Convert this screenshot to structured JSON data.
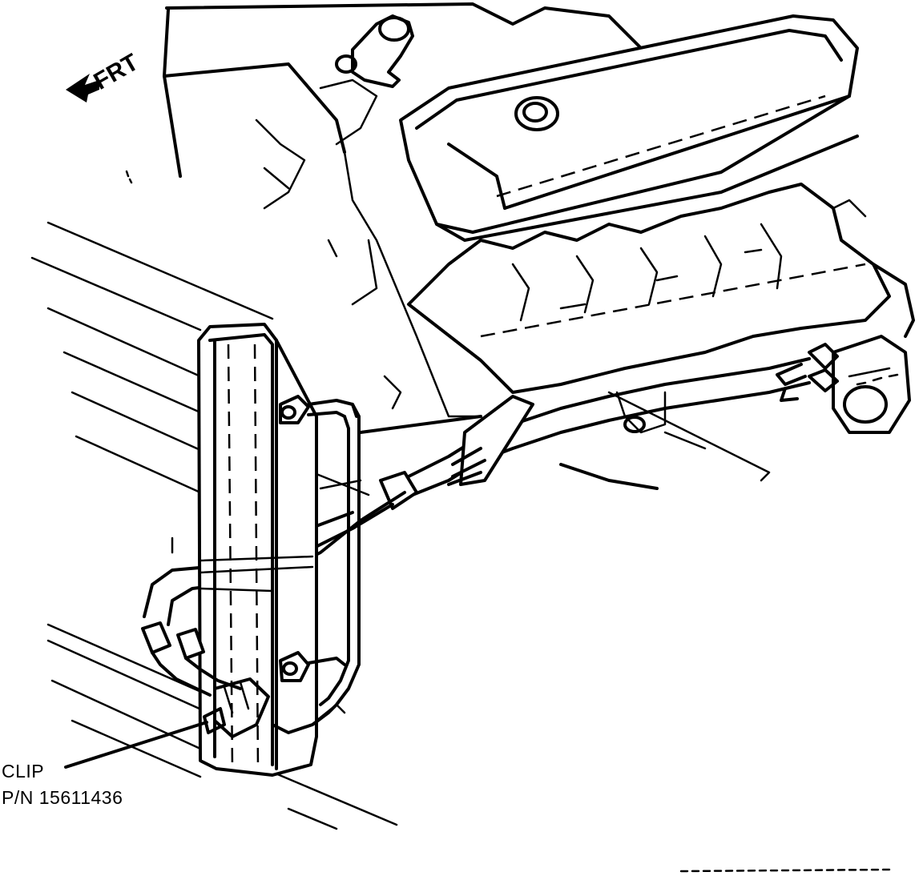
{
  "orientation": {
    "label": "FRT",
    "icon": "arrow-front-icon"
  },
  "callouts": [
    {
      "name": "clip-callout",
      "line1": "CLIP",
      "line2": "P/N 15611436"
    }
  ],
  "colors": {
    "ink": "#000000",
    "paper": "#ffffff"
  }
}
